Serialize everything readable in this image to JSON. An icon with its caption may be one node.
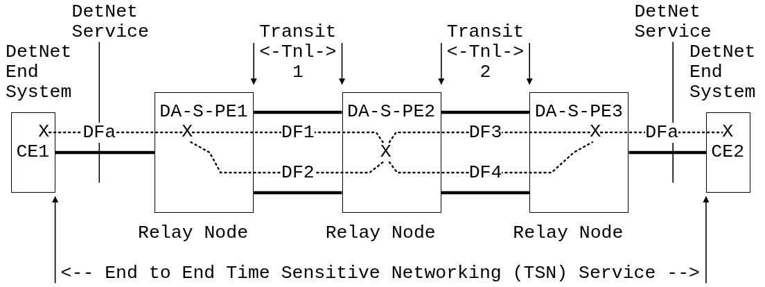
{
  "diagram": {
    "nodes": [
      {
        "text": [
          "DetNet Service"
        ]
      },
      {
        "text": [
          "DetNet Service"
        ]
      },
      {
        "text": [
          "CE1"
        ],
        "beside": [
          "DetNet End System"
        ]
      },
      {
        "text": [
          "X"
        ],
        "in": 2
      },
      {
        "text": [
          "DA-S-PE1"
        ],
        "beside": [
          "Relay Node"
        ]
      },
      {
        "text": [
          "X"
        ],
        "in": 4
      },
      {
        "text": [
          "DA-S-PE2"
        ],
        "beside": [
          "Relay Node"
        ]
      },
      {
        "text": [
          "X"
        ],
        "in": 6
      },
      {
        "text": [
          "DA-S-PE3"
        ],
        "beside": [
          "Relay Node"
        ]
      },
      {
        "text": [
          "X"
        ],
        "in": 8
      },
      {
        "text": [
          "CE2"
        ],
        "beside": [
          "DetNet End System"
        ]
      },
      {
        "text": [
          "X"
        ],
        "in": 10
      }
    ],
    "edges": [
      {
        "from": 2,
        "to": 4,
        "arrow": "none",
        "style": "thick"
      },
      {
        "from": 4,
        "to": 6,
        "arrow": "none",
        "style": "thick"
      },
      {
        "from": 4,
        "to": 6,
        "arrow": "none",
        "style": "thick"
      },
      {
        "from": 6,
        "to": 8,
        "arrow": "none",
        "style": "thick"
      },
      {
        "from": 6,
        "to": 8,
        "arrow": "none",
        "style": "thick"
      },
      {
        "from": 8,
        "to": 10,
        "arrow": "none",
        "style": "thick"
      },
      {
        "from": 3,
        "to": 5,
        "arrow": "none",
        "style": "dashed",
        "label": "DFa"
      },
      {
        "from": 5,
        "to": 7,
        "arrow": "none",
        "style": "dashed",
        "label": "DF1"
      },
      {
        "from": 5,
        "to": 7,
        "arrow": "none",
        "style": "dashed",
        "label": "DF2"
      },
      {
        "from": 7,
        "to": 9,
        "arrow": "none",
        "style": "dashed",
        "label": "DF3"
      },
      {
        "from": 7,
        "to": 9,
        "arrow": "none",
        "style": "dashed",
        "label": "DF4"
      },
      {
        "from": 9,
        "to": 11,
        "arrow": "none",
        "style": "dashed",
        "label": "DFa"
      },
      {
        "from": 0,
        "to": null,
        "arrow": "none"
      },
      {
        "from": 1,
        "to": null,
        "arrow": "none"
      }
    ],
    "labels": [
      "Transit",
      "Transit",
      "<-Tnl->",
      "<-Tnl->",
      "1",
      "2",
      "<-- End to End Time Sensitive Networking (TSN) Service -->"
    ]
  }
}
